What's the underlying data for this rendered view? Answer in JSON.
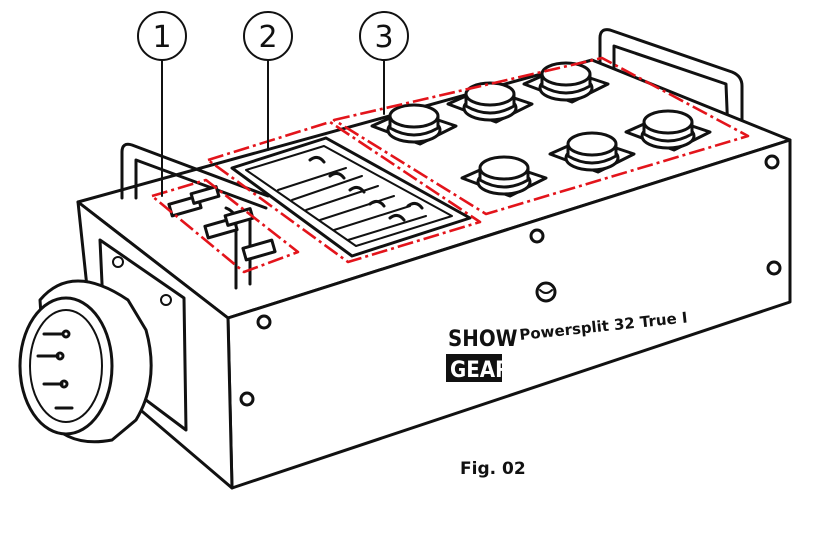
{
  "callouts": [
    {
      "label": "1"
    },
    {
      "label": "2"
    },
    {
      "label": "3"
    }
  ],
  "device": {
    "brand_line1": "SHOW",
    "brand_line2": "GEAR",
    "model": "Powersplit 32 True I"
  },
  "caption": "Fig. 02",
  "colors": {
    "outline": "#111111",
    "highlight": "#e3141b"
  }
}
